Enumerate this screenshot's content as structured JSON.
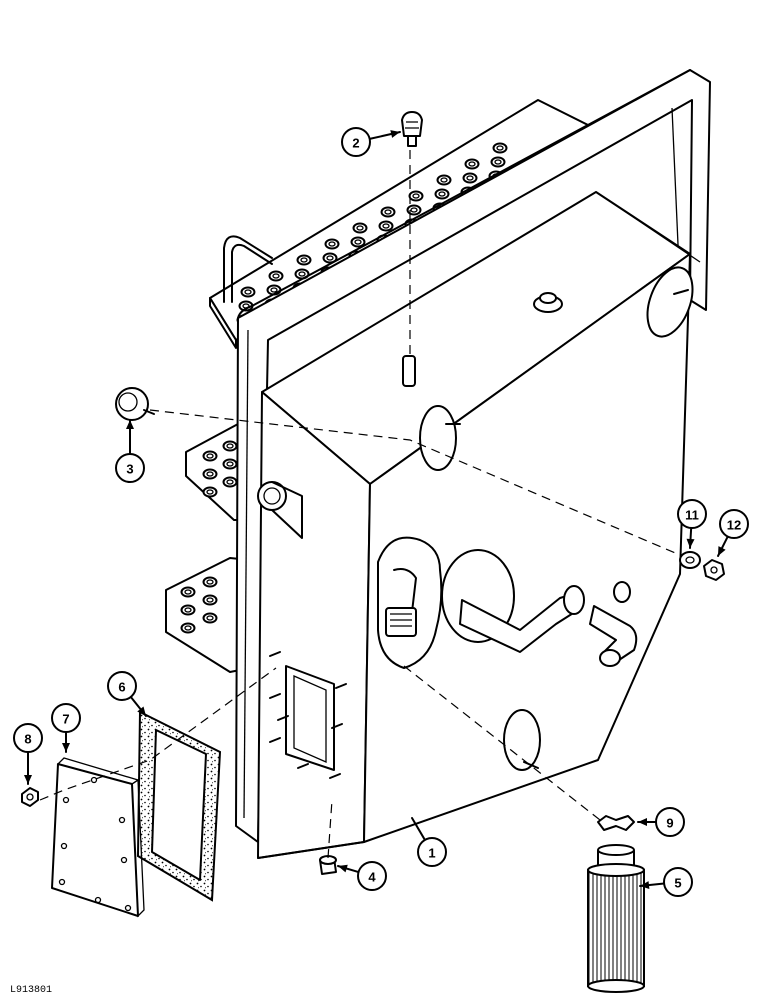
{
  "callouts": [
    {
      "id": "1",
      "label": "1"
    },
    {
      "id": "2",
      "label": "2"
    },
    {
      "id": "3",
      "label": "3"
    },
    {
      "id": "4",
      "label": "4"
    },
    {
      "id": "5",
      "label": "5"
    },
    {
      "id": "6",
      "label": "6"
    },
    {
      "id": "7",
      "label": "7"
    },
    {
      "id": "8",
      "label": "8"
    },
    {
      "id": "9",
      "label": "9"
    },
    {
      "id": "11",
      "label": "11"
    },
    {
      "id": "12",
      "label": "12"
    }
  ],
  "figure_code": "L913801"
}
